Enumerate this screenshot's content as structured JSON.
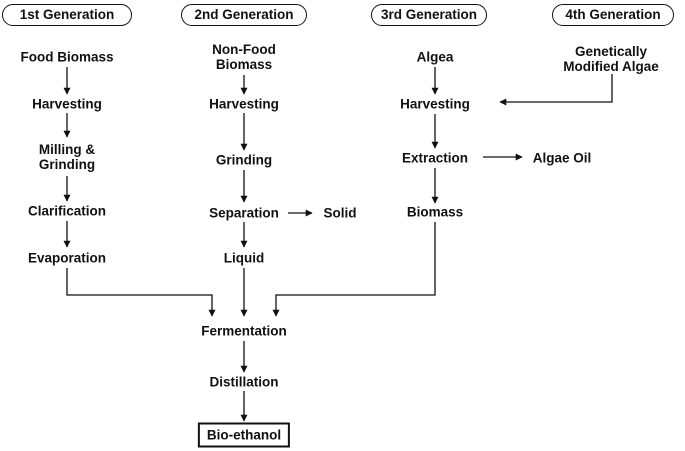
{
  "headers": {
    "gen1": "1st Generation",
    "gen2": "2nd Generation",
    "gen3": "3rd Generation",
    "gen4": "4th Generation"
  },
  "gen1": {
    "food_biomass": "Food Biomass",
    "harvesting": "Harvesting",
    "milling_grinding": "Milling & Grinding",
    "clarification": "Clarification",
    "evaporation": "Evaporation"
  },
  "gen2": {
    "non_food_biomass": "Non-Food Biomass",
    "harvesting": "Harvesting",
    "grinding": "Grinding",
    "separation": "Separation",
    "solid": "Solid",
    "liquid": "Liquid"
  },
  "gen3": {
    "algea": "Algea",
    "harvesting": "Harvesting",
    "extraction": "Extraction",
    "algae_oil": "Algae Oil",
    "biomass": "Biomass"
  },
  "gen4": {
    "gm_algae": "Genetically Modified Algae"
  },
  "common": {
    "fermentation": "Fermentation",
    "distillation": "Distillation",
    "bioethanol": "Bio-ethanol"
  }
}
